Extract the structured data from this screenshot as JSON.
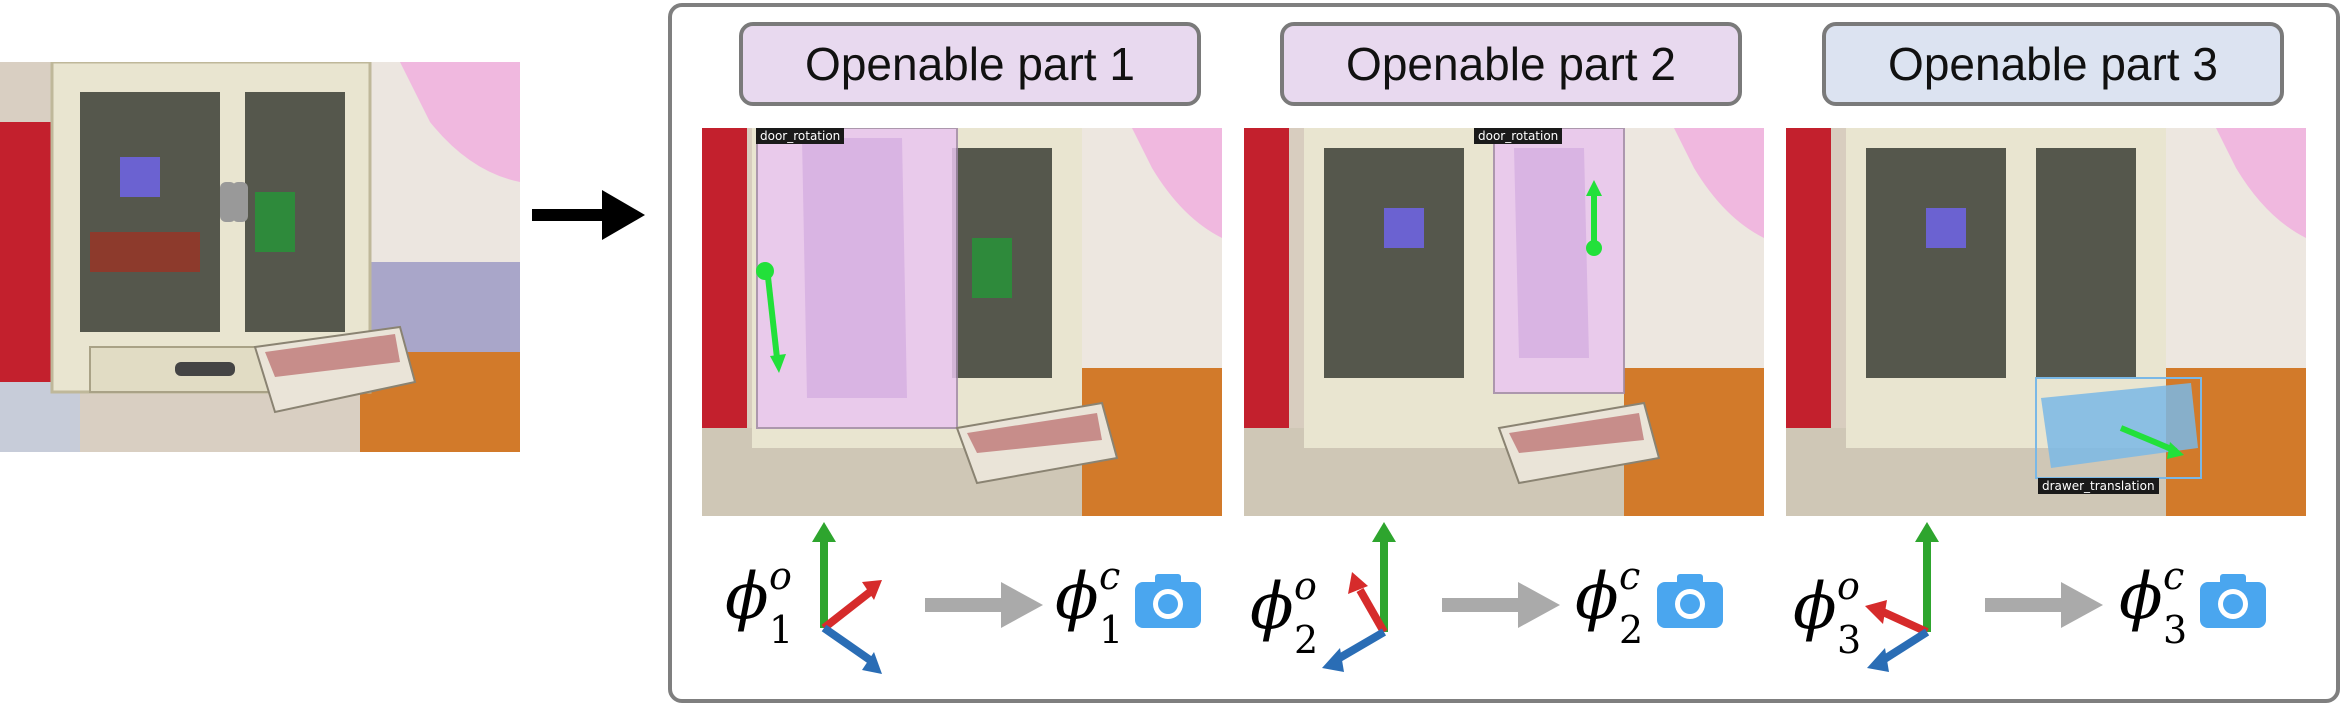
{
  "panels": [
    {
      "label": "Openable part 1",
      "label_color": "#e8d9ef",
      "tag": "door_rotation",
      "phi_symbol": "ϕ",
      "phi_obj_sup": "o",
      "phi_obj_sub": "1",
      "phi_cam_sup": "c",
      "phi_cam_sub": "1"
    },
    {
      "label": "Openable part 2",
      "label_color": "#e8d9ef",
      "tag": "door_rotation",
      "phi_symbol": "ϕ",
      "phi_obj_sup": "o",
      "phi_obj_sub": "2",
      "phi_cam_sup": "c",
      "phi_cam_sub": "2"
    },
    {
      "label": "Openable part 3",
      "label_color": "#dce3f1",
      "tag": "drawer_translation",
      "phi_symbol": "ϕ",
      "phi_obj_sup": "o",
      "phi_obj_sub": "3",
      "phi_cam_sup": "c",
      "phi_cam_sub": "3"
    }
  ],
  "icons": {
    "camera": "camera-icon",
    "arrow": "right-arrow-icon"
  },
  "colors": {
    "axis_green": "#2ea52e",
    "axis_red": "#d62b2b",
    "axis_blue": "#2a6db5",
    "gray_arrow": "#aaaaaa",
    "camera_blue": "#4aa6ef",
    "mask_purple": "#e9c6f0",
    "mask_blue": "#7ab8e6",
    "motion_green": "#22e03a"
  }
}
